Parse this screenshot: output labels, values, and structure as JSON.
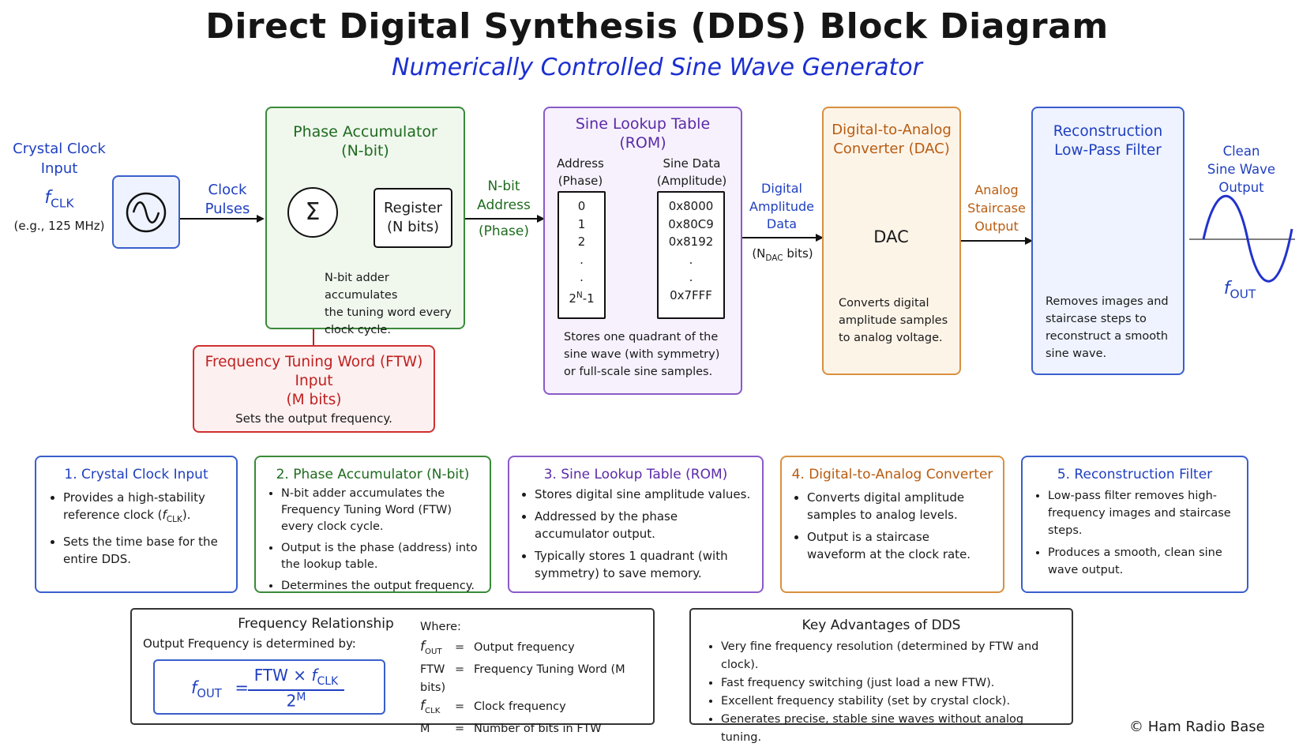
{
  "title": "Direct Digital Synthesis (DDS) Block Diagram",
  "subtitle": "Numerically Controlled Sine Wave Generator",
  "crystal": {
    "label1": "Crystal Clock",
    "label2": "Input",
    "fclk_f": "f",
    "fclk_sub": "CLK",
    "example": "(e.g., 125 MHz)"
  },
  "clock_pulses": {
    "l1": "Clock",
    "l2": "Pulses"
  },
  "phase_acc": {
    "title1": "Phase Accumulator",
    "title2": "(N-bit)",
    "sigma": "Σ",
    "reg1": "Register",
    "reg2": "(N bits)",
    "note1": "N-bit adder accumulates",
    "note2": "the tuning word every",
    "note3": "clock cycle."
  },
  "nbit_address": {
    "l1": "N-bit",
    "l2": "Address",
    "l3": "(Phase)"
  },
  "ftw": {
    "l1": "Frequency Tuning Word (FTW)",
    "l2": "Input",
    "l3": "(M bits)",
    "l4": "Sets the output frequency."
  },
  "lut": {
    "title1": "Sine Lookup Table",
    "title2": "(ROM)",
    "addr_h1": "Address",
    "addr_h2": "(Phase)",
    "data_h1": "Sine Data",
    "data_h2": "(Amplitude)",
    "addresses": [
      "0",
      "1",
      "2",
      ".",
      ".",
      "2"
    ],
    "addr_last_sup": "N",
    "addr_last_tail": "-1",
    "data": [
      "0x8000",
      "0x80C9",
      "0x8192",
      ".",
      ".",
      "0x7FFF"
    ],
    "note1": "Stores one quadrant of the",
    "note2": "sine wave (with symmetry)",
    "note3": "or full-scale sine samples."
  },
  "digital_amp": {
    "l1": "Digital",
    "l2": "Amplitude",
    "l3": "Data",
    "bits_pre": "(N",
    "bits_sub": "DAC",
    "bits_post": " bits)"
  },
  "dac": {
    "title1": "Digital-to-Analog",
    "title2": "Converter (DAC)",
    "label": "DAC",
    "note1": "Converts digital",
    "note2": "amplitude samples",
    "note3": "to analog voltage."
  },
  "analog_out": {
    "l1": "Analog",
    "l2": "Staircase",
    "l3": "Output"
  },
  "filter": {
    "title1": "Reconstruction",
    "title2": "Low-Pass Filter",
    "note1": "Removes images and",
    "note2": "staircase steps to",
    "note3": "reconstruct a smooth",
    "note4": "sine wave."
  },
  "clean_out": {
    "l1": "Clean",
    "l2": "Sine Wave",
    "l3": "Output",
    "fout_f": "f",
    "fout_sub": "OUT"
  },
  "cards": [
    {
      "title": "1. Crystal Clock Input",
      "b1": "Provides a high-stability reference clock (",
      "b1_f": "f",
      "b1_sub": "CLK",
      "b1_tail": ").",
      "b2": "Sets the time base for the entire DDS."
    },
    {
      "title": "2. Phase Accumulator (N-bit)",
      "b1": "N-bit adder accumulates the Frequency Tuning Word (FTW) every clock cycle.",
      "b2": "Output is the phase (address) into the lookup table.",
      "b3": "Determines the output frequency."
    },
    {
      "title": "3. Sine Lookup Table (ROM)",
      "b1": "Stores digital sine amplitude values.",
      "b2": "Addressed by the phase accumulator output.",
      "b3": "Typically stores 1 quadrant (with symmetry) to save memory."
    },
    {
      "title": "4. Digital-to-Analog Converter",
      "b1": "Converts digital amplitude samples to analog levels.",
      "b2": "Output is a staircase waveform at the clock rate."
    },
    {
      "title": "5. Reconstruction Filter",
      "b1": "Low-pass filter removes high-frequency images and staircase steps.",
      "b2": "Produces a smooth, clean sine wave output."
    }
  ],
  "freq": {
    "title": "Frequency Relationship",
    "subtitle": "Output Frequency is determined by:",
    "f": "f",
    "out": "OUT",
    "eq": "=",
    "num_ftw": "FTW",
    "times": "×",
    "clk": "CLK",
    "den": "2",
    "den_sup": "M",
    "where": "Where:",
    "defs": [
      {
        "sym": "f",
        "sub": "OUT",
        "desc": "Output frequency"
      },
      {
        "sym": "FTW",
        "sub": "",
        "desc": "Frequency Tuning Word (M bits)"
      },
      {
        "sym": "f",
        "sub": "CLK",
        "desc": "Clock frequency"
      },
      {
        "sym": "M",
        "sub": "",
        "desc": "Number of bits in FTW"
      }
    ]
  },
  "advantages": {
    "title": "Key Advantages of DDS",
    "items": [
      "Very fine frequency resolution (determined by FTW and clock).",
      "Fast frequency switching (just load a new FTW).",
      "Excellent frequency stability (set by crystal clock).",
      "Generates precise, stable sine waves without analog tuning."
    ]
  },
  "copyright": "© Ham Radio Base",
  "colors": {
    "blue": "#1f3fc0",
    "green": "#1e6b1e",
    "purple": "#5b2aa8",
    "orange": "#b85c10",
    "red": "#c02020"
  }
}
